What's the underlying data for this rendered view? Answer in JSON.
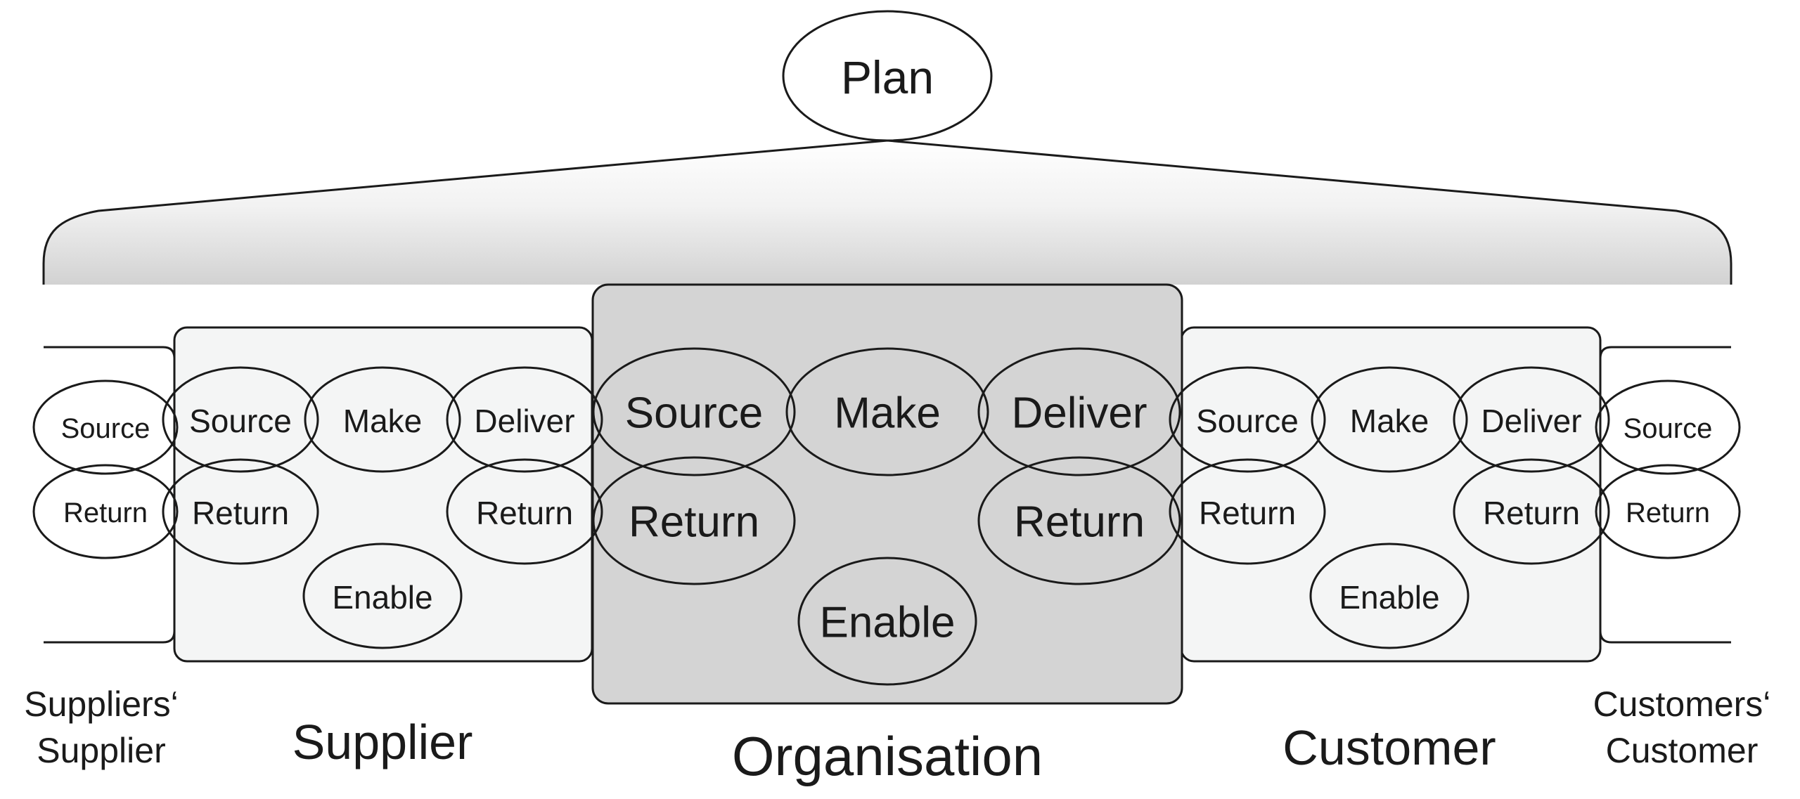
{
  "plan": {
    "label": "Plan"
  },
  "entities": {
    "suppliers_supplier": {
      "line1": "Suppliers‘",
      "line2": "Supplier",
      "source": "Source",
      "return": "Return"
    },
    "supplier": {
      "label": "Supplier",
      "source": "Source",
      "make": "Make",
      "deliver": "Deliver",
      "return_left": "Return",
      "return_right": "Return",
      "enable": "Enable"
    },
    "organisation": {
      "label": "Organisation",
      "source": "Source",
      "make": "Make",
      "deliver": "Deliver",
      "return_left": "Return",
      "return_right": "Return",
      "enable": "Enable"
    },
    "customer": {
      "label": "Customer",
      "source": "Source",
      "make": "Make",
      "deliver": "Deliver",
      "return_left": "Return",
      "return_right": "Return",
      "enable": "Enable"
    },
    "customers_customer": {
      "line1": "Customers‘",
      "line2": "Customer",
      "source": "Source",
      "return": "Return"
    }
  },
  "colors": {
    "organisation_fill": "#d4d4d4",
    "partner_fill": "#f4f5f5",
    "stroke": "#1a1a1a"
  }
}
